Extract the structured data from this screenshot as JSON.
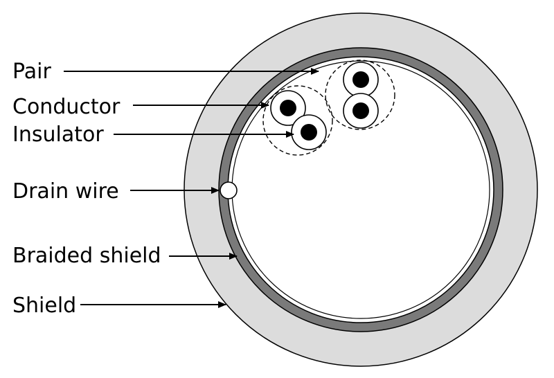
{
  "labels": {
    "pair": "Pair",
    "conductor": "Conductor",
    "insulator": "Insulator",
    "drain_wire": "Drain wire",
    "braided_shield": "Braided shield",
    "shield": "Shield"
  },
  "colors": {
    "outer_shield_fill": "#dcdcdc",
    "braided_shield_fill": "#7a7a7a",
    "stroke": "#000000",
    "conductor_fill": "#000000",
    "background": "#ffffff"
  }
}
